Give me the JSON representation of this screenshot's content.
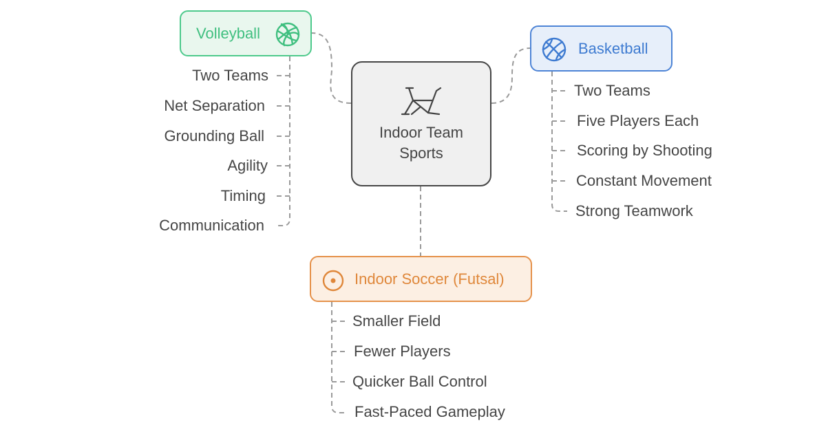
{
  "center": {
    "label": "Indoor Team Sports",
    "icon": "bicycle-icon"
  },
  "volleyball": {
    "label": "Volleyball",
    "icon": "volleyball-icon",
    "items": [
      "Two Teams",
      "Net Separation",
      "Grounding Ball",
      "Agility",
      "Timing",
      "Communication"
    ]
  },
  "basketball": {
    "label": "Basketball",
    "icon": "basketball-icon",
    "items": [
      "Two Teams",
      "Five Players Each",
      "Scoring by Shooting",
      "Constant Movement",
      "Strong Teamwork"
    ]
  },
  "soccer": {
    "label": "Indoor Soccer (Futsal)",
    "icon": "target-icon",
    "items": [
      "Smaller Field",
      "Fewer Players",
      "Quicker Ball Control",
      "Fast-Paced Gameplay"
    ]
  },
  "colors": {
    "volleyball": "#4cc98b",
    "basketball": "#4d84d6",
    "soccer": "#e5914a",
    "center": "#454545",
    "connector": "#9a9a9a"
  }
}
